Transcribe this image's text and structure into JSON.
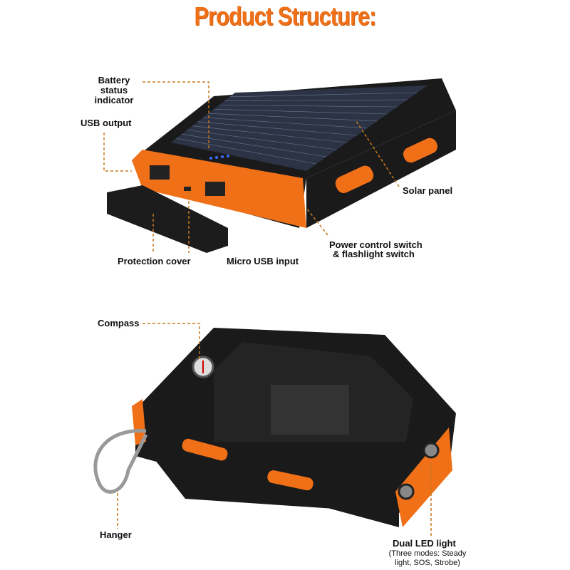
{
  "title": "Product Structure:",
  "labels": {
    "battery_status": "Battery status indicator",
    "usb_output": "USB output",
    "solar_panel": "Solar panel",
    "power_switch_1": "Power control switch",
    "power_switch_2": "& flashlight switch",
    "protection_cover": "Protection cover",
    "micro_usb": "Micro USB input",
    "compass": "Compass",
    "hanger": "Hanger",
    "dual_led": "Dual LED light",
    "dual_led_note": "(Three modes: Steady light, SOS, Strobe)"
  },
  "colors": {
    "accent": "#f07018",
    "body": "#1a1a1a",
    "leader": "#c8781e"
  }
}
